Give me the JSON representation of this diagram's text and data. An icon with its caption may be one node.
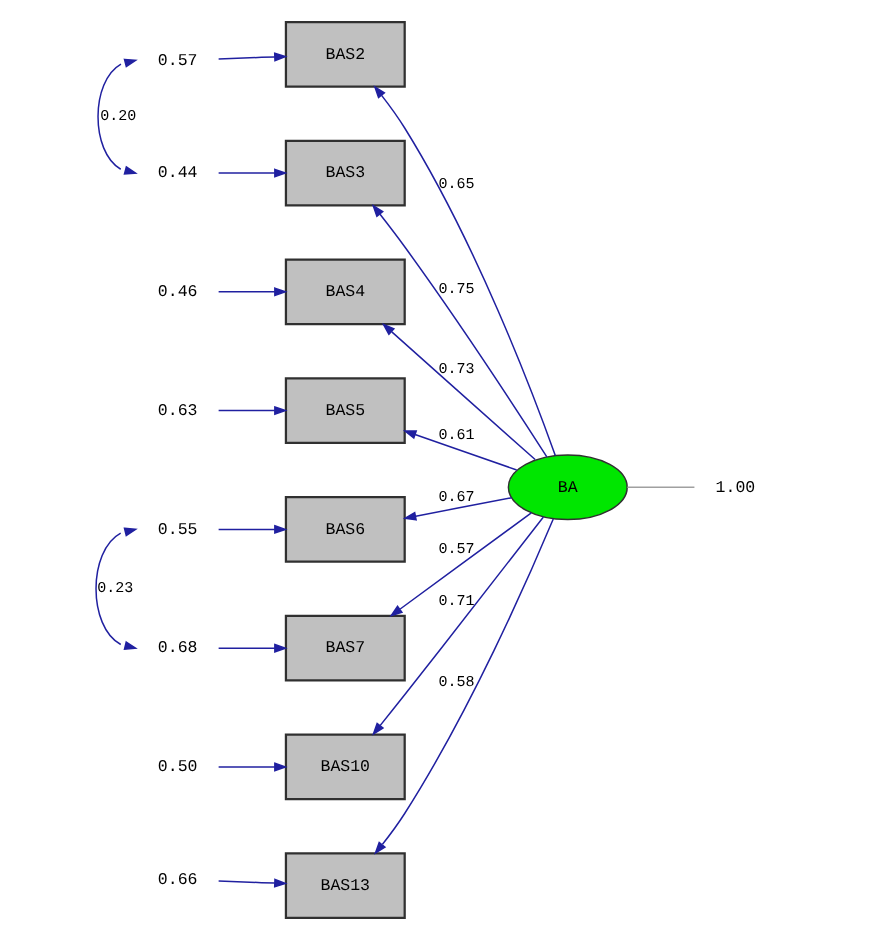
{
  "diagram": {
    "nodes": [
      {
        "text": [
          "BAS2"
        ]
      },
      {
        "text": [
          "BAS3"
        ]
      },
      {
        "text": [
          "BAS4"
        ]
      },
      {
        "text": [
          "BAS5"
        ]
      },
      {
        "text": [
          "BAS6"
        ]
      },
      {
        "text": [
          "BAS7"
        ]
      },
      {
        "text": [
          "BAS10"
        ]
      },
      {
        "text": [
          "BAS13"
        ]
      },
      {
        "text": [
          "BA"
        ]
      },
      {
        "text": [
          "1.00"
        ]
      },
      {
        "text": [
          "0.57"
        ]
      },
      {
        "text": [
          "0.44"
        ]
      },
      {
        "text": [
          "0.46"
        ]
      },
      {
        "text": [
          "0.63"
        ]
      },
      {
        "text": [
          "0.55"
        ]
      },
      {
        "text": [
          "0.68"
        ]
      },
      {
        "text": [
          "0.50"
        ]
      },
      {
        "text": [
          "0.66"
        ]
      }
    ],
    "edges": [
      {
        "from": 8,
        "to": 0,
        "arrow": "to",
        "label": "0.65"
      },
      {
        "from": 8,
        "to": 1,
        "arrow": "to",
        "label": "0.75"
      },
      {
        "from": 8,
        "to": 2,
        "arrow": "to",
        "label": "0.73"
      },
      {
        "from": 8,
        "to": 3,
        "arrow": "to",
        "label": "0.61"
      },
      {
        "from": 8,
        "to": 4,
        "arrow": "to",
        "label": "0.67"
      },
      {
        "from": 8,
        "to": 5,
        "arrow": "to",
        "label": "0.57"
      },
      {
        "from": 8,
        "to": 6,
        "arrow": "to",
        "label": "0.71"
      },
      {
        "from": 8,
        "to": 7,
        "arrow": "to",
        "label": "0.58"
      },
      {
        "from": 9,
        "to": 8,
        "arrow": "none",
        "color": "#a0a0a0"
      },
      {
        "from": 10,
        "to": 0,
        "arrow": "to"
      },
      {
        "from": 11,
        "to": 1,
        "arrow": "to"
      },
      {
        "from": 12,
        "to": 2,
        "arrow": "to"
      },
      {
        "from": 13,
        "to": 3,
        "arrow": "to"
      },
      {
        "from": 14,
        "to": 4,
        "arrow": "to"
      },
      {
        "from": 15,
        "to": 5,
        "arrow": "to"
      },
      {
        "from": 16,
        "to": 6,
        "arrow": "to"
      },
      {
        "from": 17,
        "to": 7,
        "arrow": "to"
      },
      {
        "from": 10,
        "to": 11,
        "arrow": "both",
        "label": "0.20"
      },
      {
        "from": 14,
        "to": 15,
        "arrow": "both",
        "label": "0.23"
      }
    ]
  }
}
